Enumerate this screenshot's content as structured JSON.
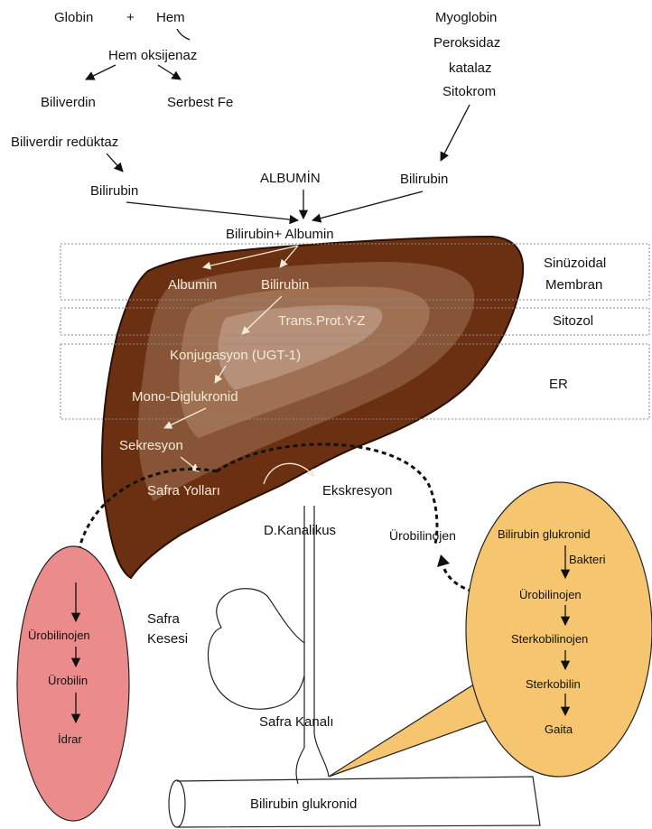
{
  "colors": {
    "liver": "#6b2f12",
    "liver_light": "#8d5a3e",
    "liver_lighter": "#a77a5c",
    "inner_text": "#f4ecd8",
    "pink_oval": "#ec8b8b",
    "gold_oval": "#f5c56f"
  },
  "heme_breakdown": {
    "globin": "Globin",
    "plus": "+",
    "hem": "Hem",
    "hem_oksijenaz": "Hem oksijenaz",
    "biliverdin": "Biliverdin",
    "serbest_fe": "Serbest Fe",
    "biliverdin_reduktaz": "Biliverdir redüktaz",
    "bilirubin": "Bilirubin"
  },
  "other_sources": {
    "myoglobin": "Myoglobin",
    "peroksidaz": "Peroksidaz",
    "katalaz": "katalaz",
    "sitokrom": "Sitokrom",
    "bilirubin": "Bilirubin"
  },
  "albumin_label": "ALBUMİN",
  "bilirubin_albumin": "Bilirubin+ Albumin",
  "zones": {
    "sinusoidal_1": "Sinüzoidal",
    "sinusoidal_2": "Membran",
    "sitozol": "Sitozol",
    "er": "ER"
  },
  "liver": {
    "albumin": "Albumin",
    "bilirubin": "Bilirubin",
    "trans_prot": "Trans.Prot.Y-Z",
    "konjugasyon": "Konjugasyon (UGT-1)",
    "mono_di": "Mono-Diglukronid",
    "sekresyon": "Sekresyon",
    "safra_yollari": "Safra Yolları"
  },
  "ekskresyon": "Ekskresyon",
  "d_kanalikus": "D.Kanalikus",
  "urobilinojen_mid": "Ürobilinojen",
  "safra_kesesi_1": "Safra",
  "safra_kesesi_2": "Kesesi",
  "safra_kanali": "Safra Kanalı",
  "intestine_label": "Bilirubin glukronid",
  "kidney": {
    "urobilinojen": "Ürobilinojen",
    "urobilin": "Ürobilin",
    "idrar": "İdrar"
  },
  "gut": {
    "bilirubin_glukronid": "Bilirubin glukronid",
    "bakteri": "Bakteri",
    "urobilinojen": "Ürobilinojen",
    "sterkobilinojen": "Sterkobilinojen",
    "sterkobilin": "Sterkobilin",
    "gaita": "Gaita"
  }
}
